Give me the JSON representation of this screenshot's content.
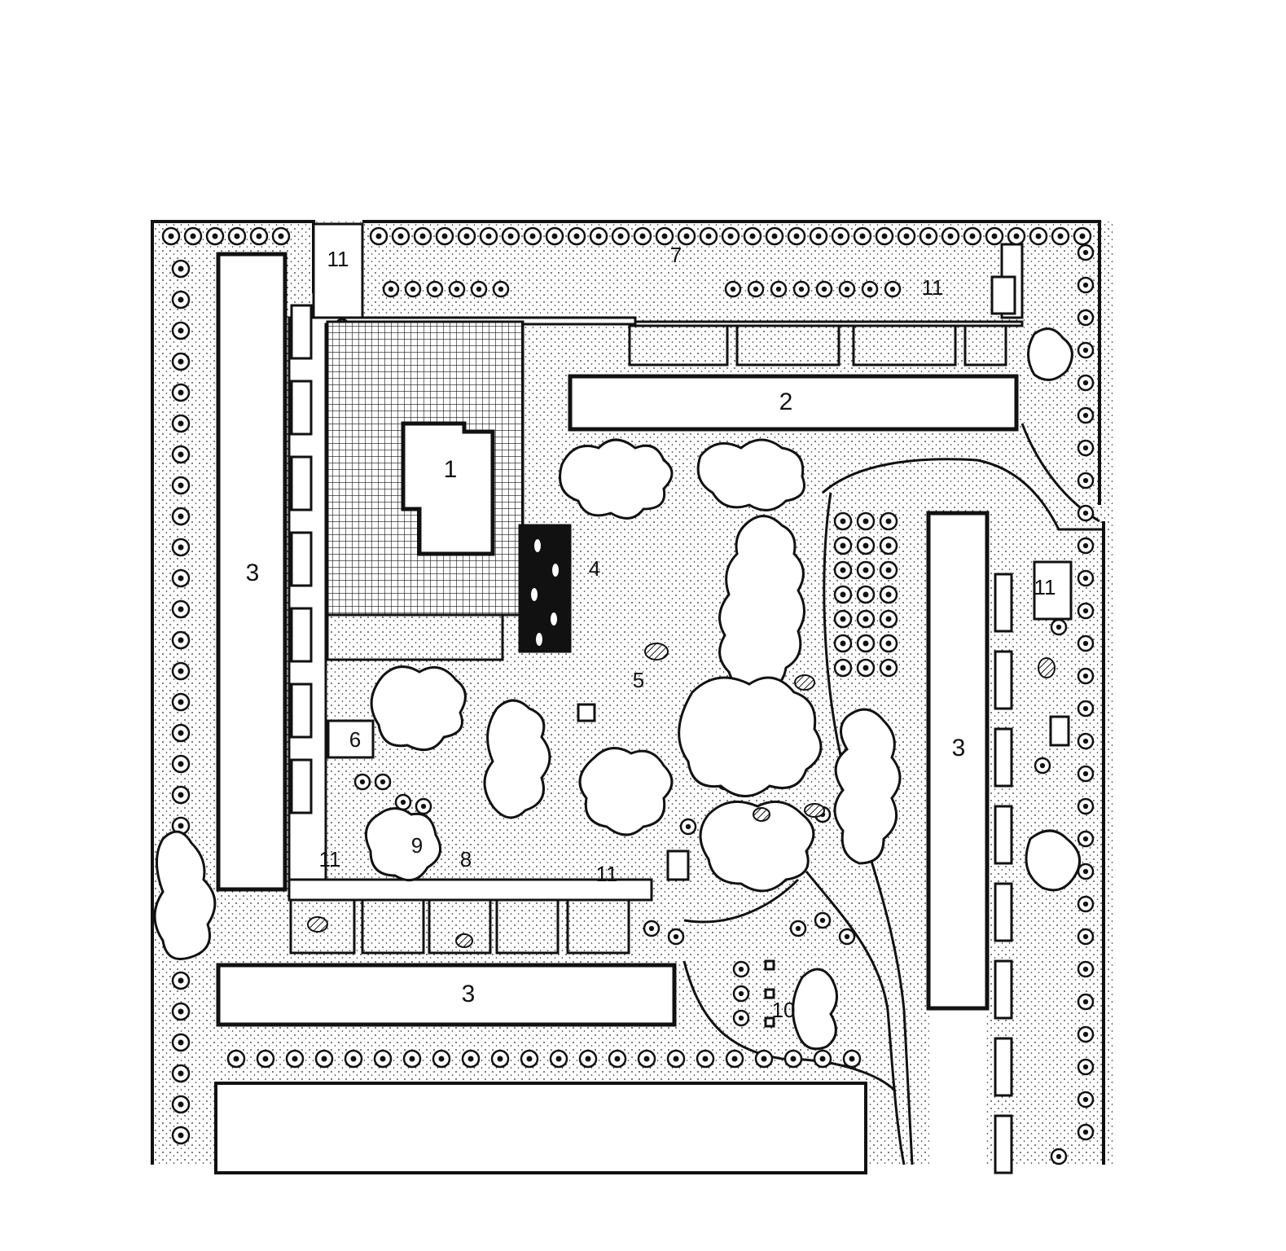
{
  "figure": {
    "labels": {
      "school_building": "1",
      "building_top": "2",
      "building_left": "3",
      "building_bottom": "3",
      "building_right": "3",
      "playground_4": "4",
      "playground_5": "5",
      "zone_6": "6",
      "zone_7": "7",
      "zone_8": "8",
      "zone_9": "9",
      "zone_10": "10",
      "parking_top_left": "11",
      "parking_top_right": "11",
      "parking_right": "11",
      "parking_bottom_left": "11",
      "parking_bottom_center": "11"
    }
  },
  "colors": {
    "ink": "#111111",
    "paper": "#ffffff",
    "hatch": "#1a1a1a"
  }
}
